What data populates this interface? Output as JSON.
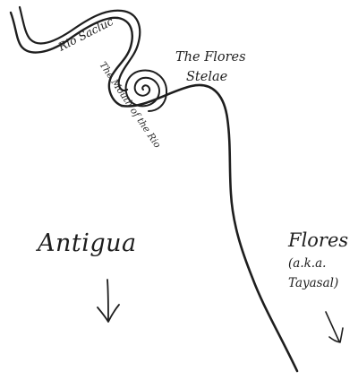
{
  "labels": {
    "river": "Rio Sacluc",
    "mouth": "The Mouth of the Rio",
    "stelae_line1": "The Flores",
    "stelae_line2": "Stelae",
    "antigua": "Antigua",
    "flores": "Flores",
    "aka": "(a.k.a.",
    "tayasal": "Tayasal)"
  },
  "icons": [
    "spiral-icon",
    "arrow-down-icon"
  ],
  "ink_color": "#1e1e1e"
}
